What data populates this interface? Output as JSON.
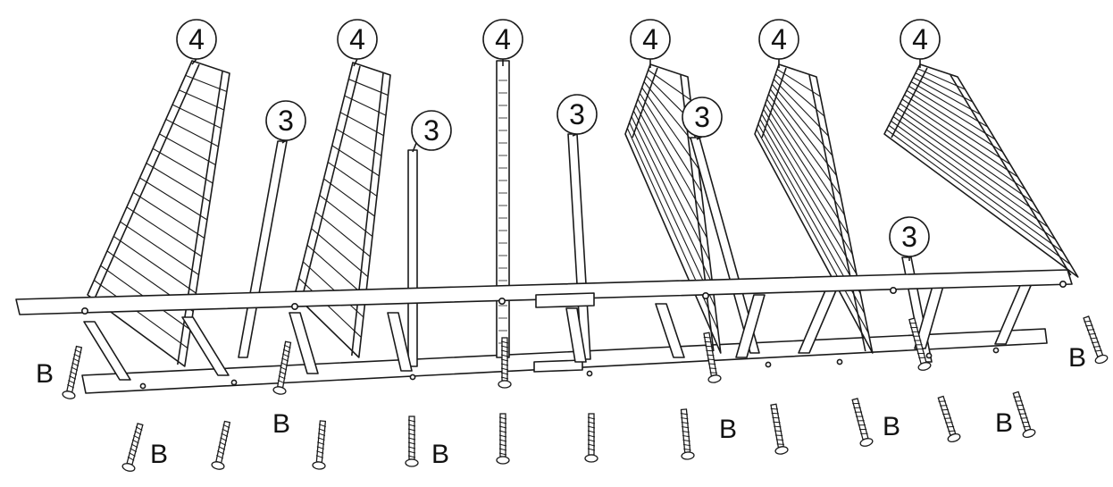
{
  "diagram": {
    "part_labels": [
      {
        "id": "p4a",
        "text": "4"
      },
      {
        "id": "p4b",
        "text": "4"
      },
      {
        "id": "p4c",
        "text": "4"
      },
      {
        "id": "p4d",
        "text": "4"
      },
      {
        "id": "p4e",
        "text": "4"
      },
      {
        "id": "p4f",
        "text": "4"
      },
      {
        "id": "p3a",
        "text": "3"
      },
      {
        "id": "p3b",
        "text": "3"
      },
      {
        "id": "p3c",
        "text": "3"
      },
      {
        "id": "p3d",
        "text": "3"
      },
      {
        "id": "p3e",
        "text": "3"
      }
    ],
    "screw_labels": [
      {
        "id": "b1",
        "text": "B"
      },
      {
        "id": "b2",
        "text": "B"
      },
      {
        "id": "b3",
        "text": "B"
      },
      {
        "id": "b4",
        "text": "B"
      },
      {
        "id": "b5",
        "text": "B"
      },
      {
        "id": "b6",
        "text": "B"
      },
      {
        "id": "b7",
        "text": "B"
      },
      {
        "id": "b8",
        "text": "B"
      }
    ]
  },
  "colors": {
    "line": "#1a1a1a",
    "fill": "#ffffff"
  }
}
